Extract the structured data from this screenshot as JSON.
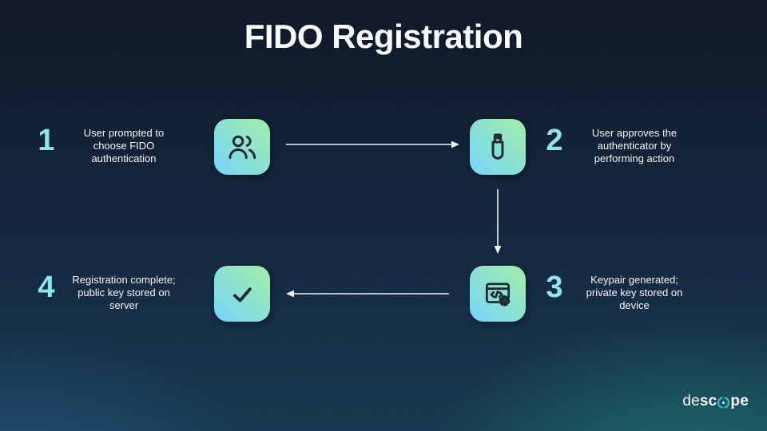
{
  "title": "FIDO Registration",
  "steps": [
    {
      "number": "1",
      "icon": "users-icon",
      "text": "User prompted to choose FIDO authentication",
      "lines": [
        "User prompted to",
        "choose FIDO",
        "authentication"
      ]
    },
    {
      "number": "2",
      "icon": "usb-drive-icon",
      "text": "User approves the authenticator by performing action",
      "lines": [
        "User approves the",
        "authenticator by",
        "performing action"
      ]
    },
    {
      "number": "3",
      "icon": "code-window-gear-icon",
      "text": "Keypair generated; private key stored on device",
      "lines": [
        "Keypair generated;",
        "private key stored on",
        "device"
      ]
    },
    {
      "number": "4",
      "icon": "checkmark-icon",
      "text": "Registration complete; public key stored on server",
      "lines": [
        "Registration complete;",
        "public key stored on",
        "server"
      ]
    }
  ],
  "brand": {
    "thin": "de",
    "bold_left": "sc",
    "bold_right": "pe"
  },
  "colors": {
    "background_top": "#0d1625",
    "background_bottom_left": "#1c3c5e",
    "background_bottom_right": "#175059",
    "accent_cyan": "#8fe3ea",
    "tile_gradient_start": "#79d6f3",
    "tile_gradient_end": "#9fecae",
    "icon_stroke": "#1b2b33",
    "arrow": "#eef2f4",
    "brand_teal": "#36b7c8"
  }
}
